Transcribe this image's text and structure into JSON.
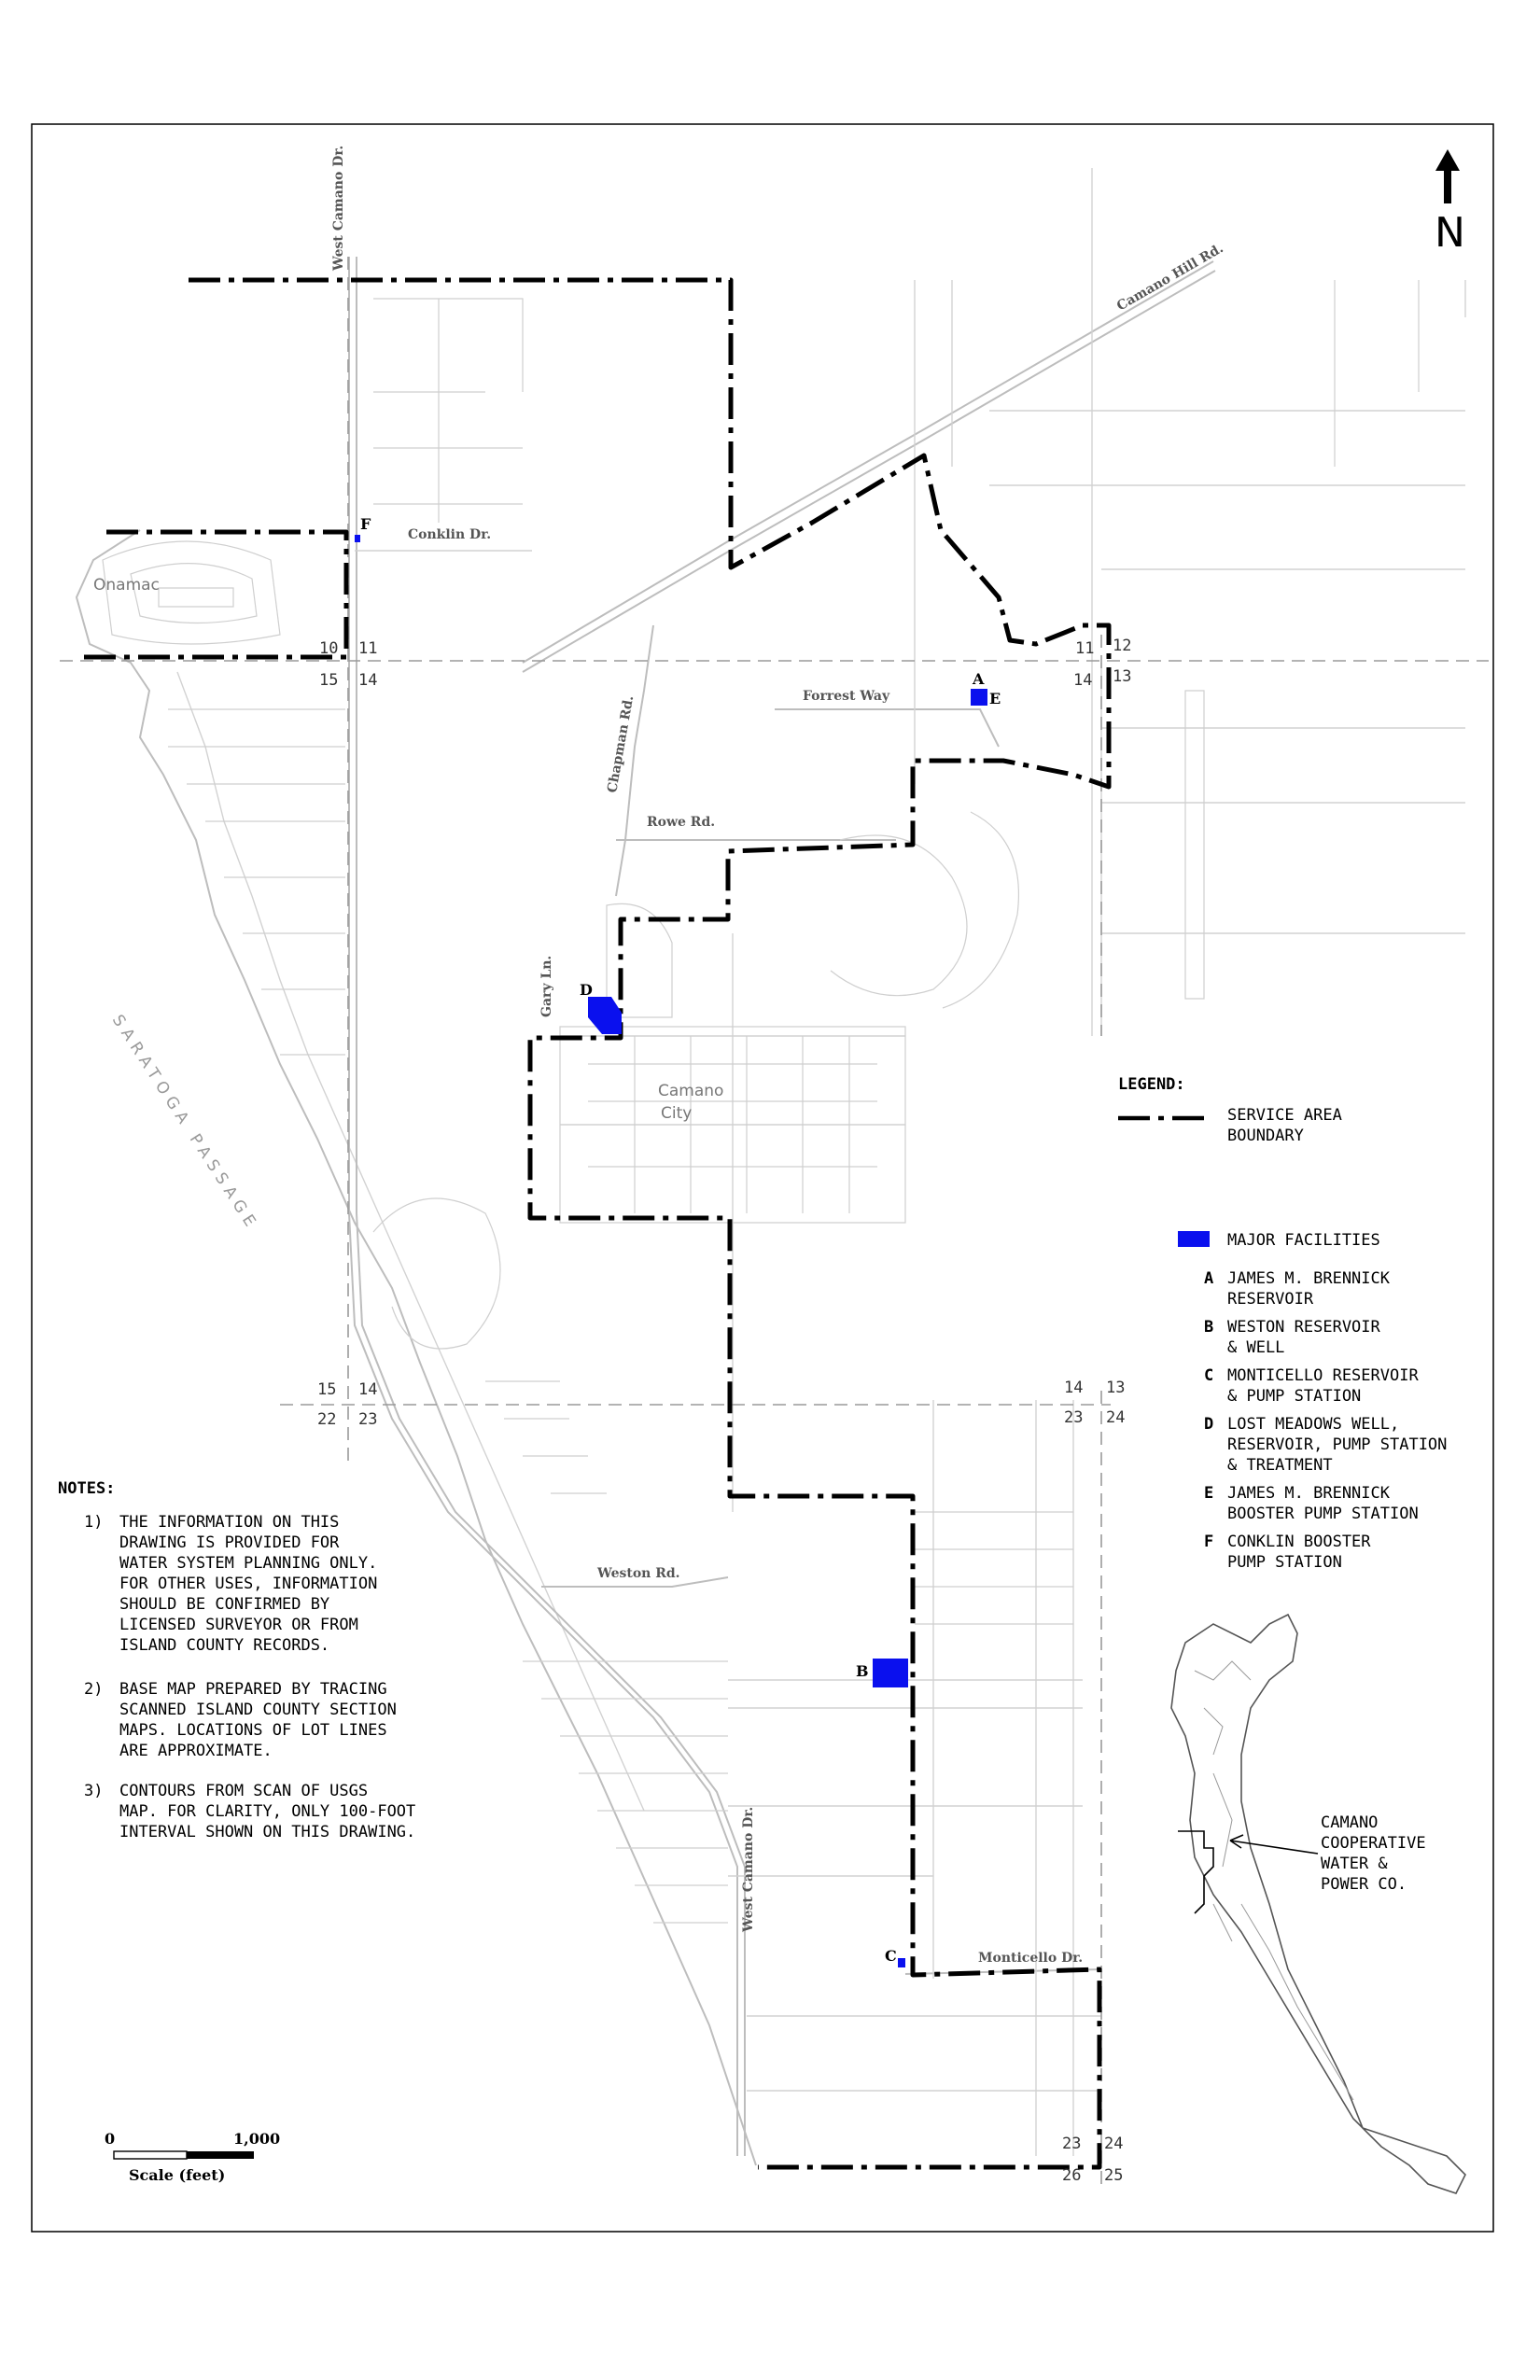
{
  "north_arrow": {
    "label": "N"
  },
  "roads": {
    "west_camano_top": "West Camano Dr.",
    "west_camano_bottom": "West Camano Dr.",
    "camano_hill": "Camano Hill Rd.",
    "conklin": "Conklin Dr.",
    "chapman": "Chapman Rd.",
    "forrest_way": "Forrest Way",
    "rowe": "Rowe Rd.",
    "gary_ln": "Gary Ln.",
    "weston": "Weston Rd.",
    "monticello": "Monticello Dr."
  },
  "places": {
    "onamac": "Onamac",
    "camano_city_1": "Camano",
    "camano_city_2": "City",
    "saratoga_passage": "SARATOGA PASSAGE"
  },
  "section_numbers": {
    "nw_tl": "10",
    "nw_tr": "11",
    "nw_bl": "15",
    "nw_br": "14",
    "ne_tl": "11",
    "ne_tr": "12",
    "ne_bl": "14",
    "ne_br": "13",
    "mw_tl": "15",
    "mw_tr": "14",
    "mw_bl": "22",
    "mw_br": "23",
    "me_tl": "14",
    "me_tr": "13",
    "me_bl": "23",
    "me_br": "24",
    "se_tl": "23",
    "se_tr": "24",
    "se_bl": "26",
    "se_br": "25"
  },
  "facilities": {
    "A": "A",
    "B": "B",
    "C": "C",
    "D": "D",
    "E": "E",
    "F": "F"
  },
  "legend": {
    "title": "LEGEND:",
    "boundary_line1": "SERVICE AREA",
    "boundary_line2": "BOUNDARY",
    "facilities_label": "MAJOR FACILITIES",
    "items": [
      {
        "letter": "A",
        "lines": [
          "JAMES M. BRENNICK",
          "RESERVOIR"
        ]
      },
      {
        "letter": "B",
        "lines": [
          "WESTON RESERVOIR",
          "& WELL"
        ]
      },
      {
        "letter": "C",
        "lines": [
          "MONTICELLO RESERVOIR",
          "& PUMP STATION"
        ]
      },
      {
        "letter": "D",
        "lines": [
          "LOST MEADOWS WELL,",
          "RESERVOIR, PUMP STATION",
          "& TREATMENT"
        ]
      },
      {
        "letter": "E",
        "lines": [
          "JAMES M. BRENNICK",
          "BOOSTER PUMP STATION"
        ]
      },
      {
        "letter": "F",
        "lines": [
          "CONKLIN BOOSTER",
          "PUMP STATION"
        ]
      }
    ],
    "colors": {
      "facility": "#0a10ee",
      "boundary": "#000000"
    }
  },
  "notes": {
    "title": "NOTES:",
    "items": [
      {
        "num": "1)",
        "lines": [
          "THE INFORMATION ON THIS",
          "DRAWING IS PROVIDED FOR",
          "WATER SYSTEM PLANNING ONLY.",
          "FOR OTHER USES, INFORMATION",
          "SHOULD BE CONFIRMED BY",
          "LICENSED SURVEYOR OR FROM",
          "ISLAND COUNTY RECORDS."
        ]
      },
      {
        "num": "2)",
        "lines": [
          "BASE MAP PREPARED BY TRACING",
          "SCANNED ISLAND COUNTY SECTION",
          "MAPS.  LOCATIONS OF LOT LINES",
          "ARE APPROXIMATE."
        ]
      },
      {
        "num": "3)",
        "lines": [
          "CONTOURS FROM SCAN OF USGS",
          "MAP. FOR CLARITY, ONLY 100-FOOT",
          "INTERVAL SHOWN ON THIS DRAWING."
        ]
      }
    ]
  },
  "inset": {
    "lines": [
      "CAMANO",
      "COOPERATIVE",
      "WATER &",
      "POWER CO."
    ]
  },
  "scale": {
    "zero": "0",
    "max": "1,000",
    "caption": "Scale (feet)"
  }
}
